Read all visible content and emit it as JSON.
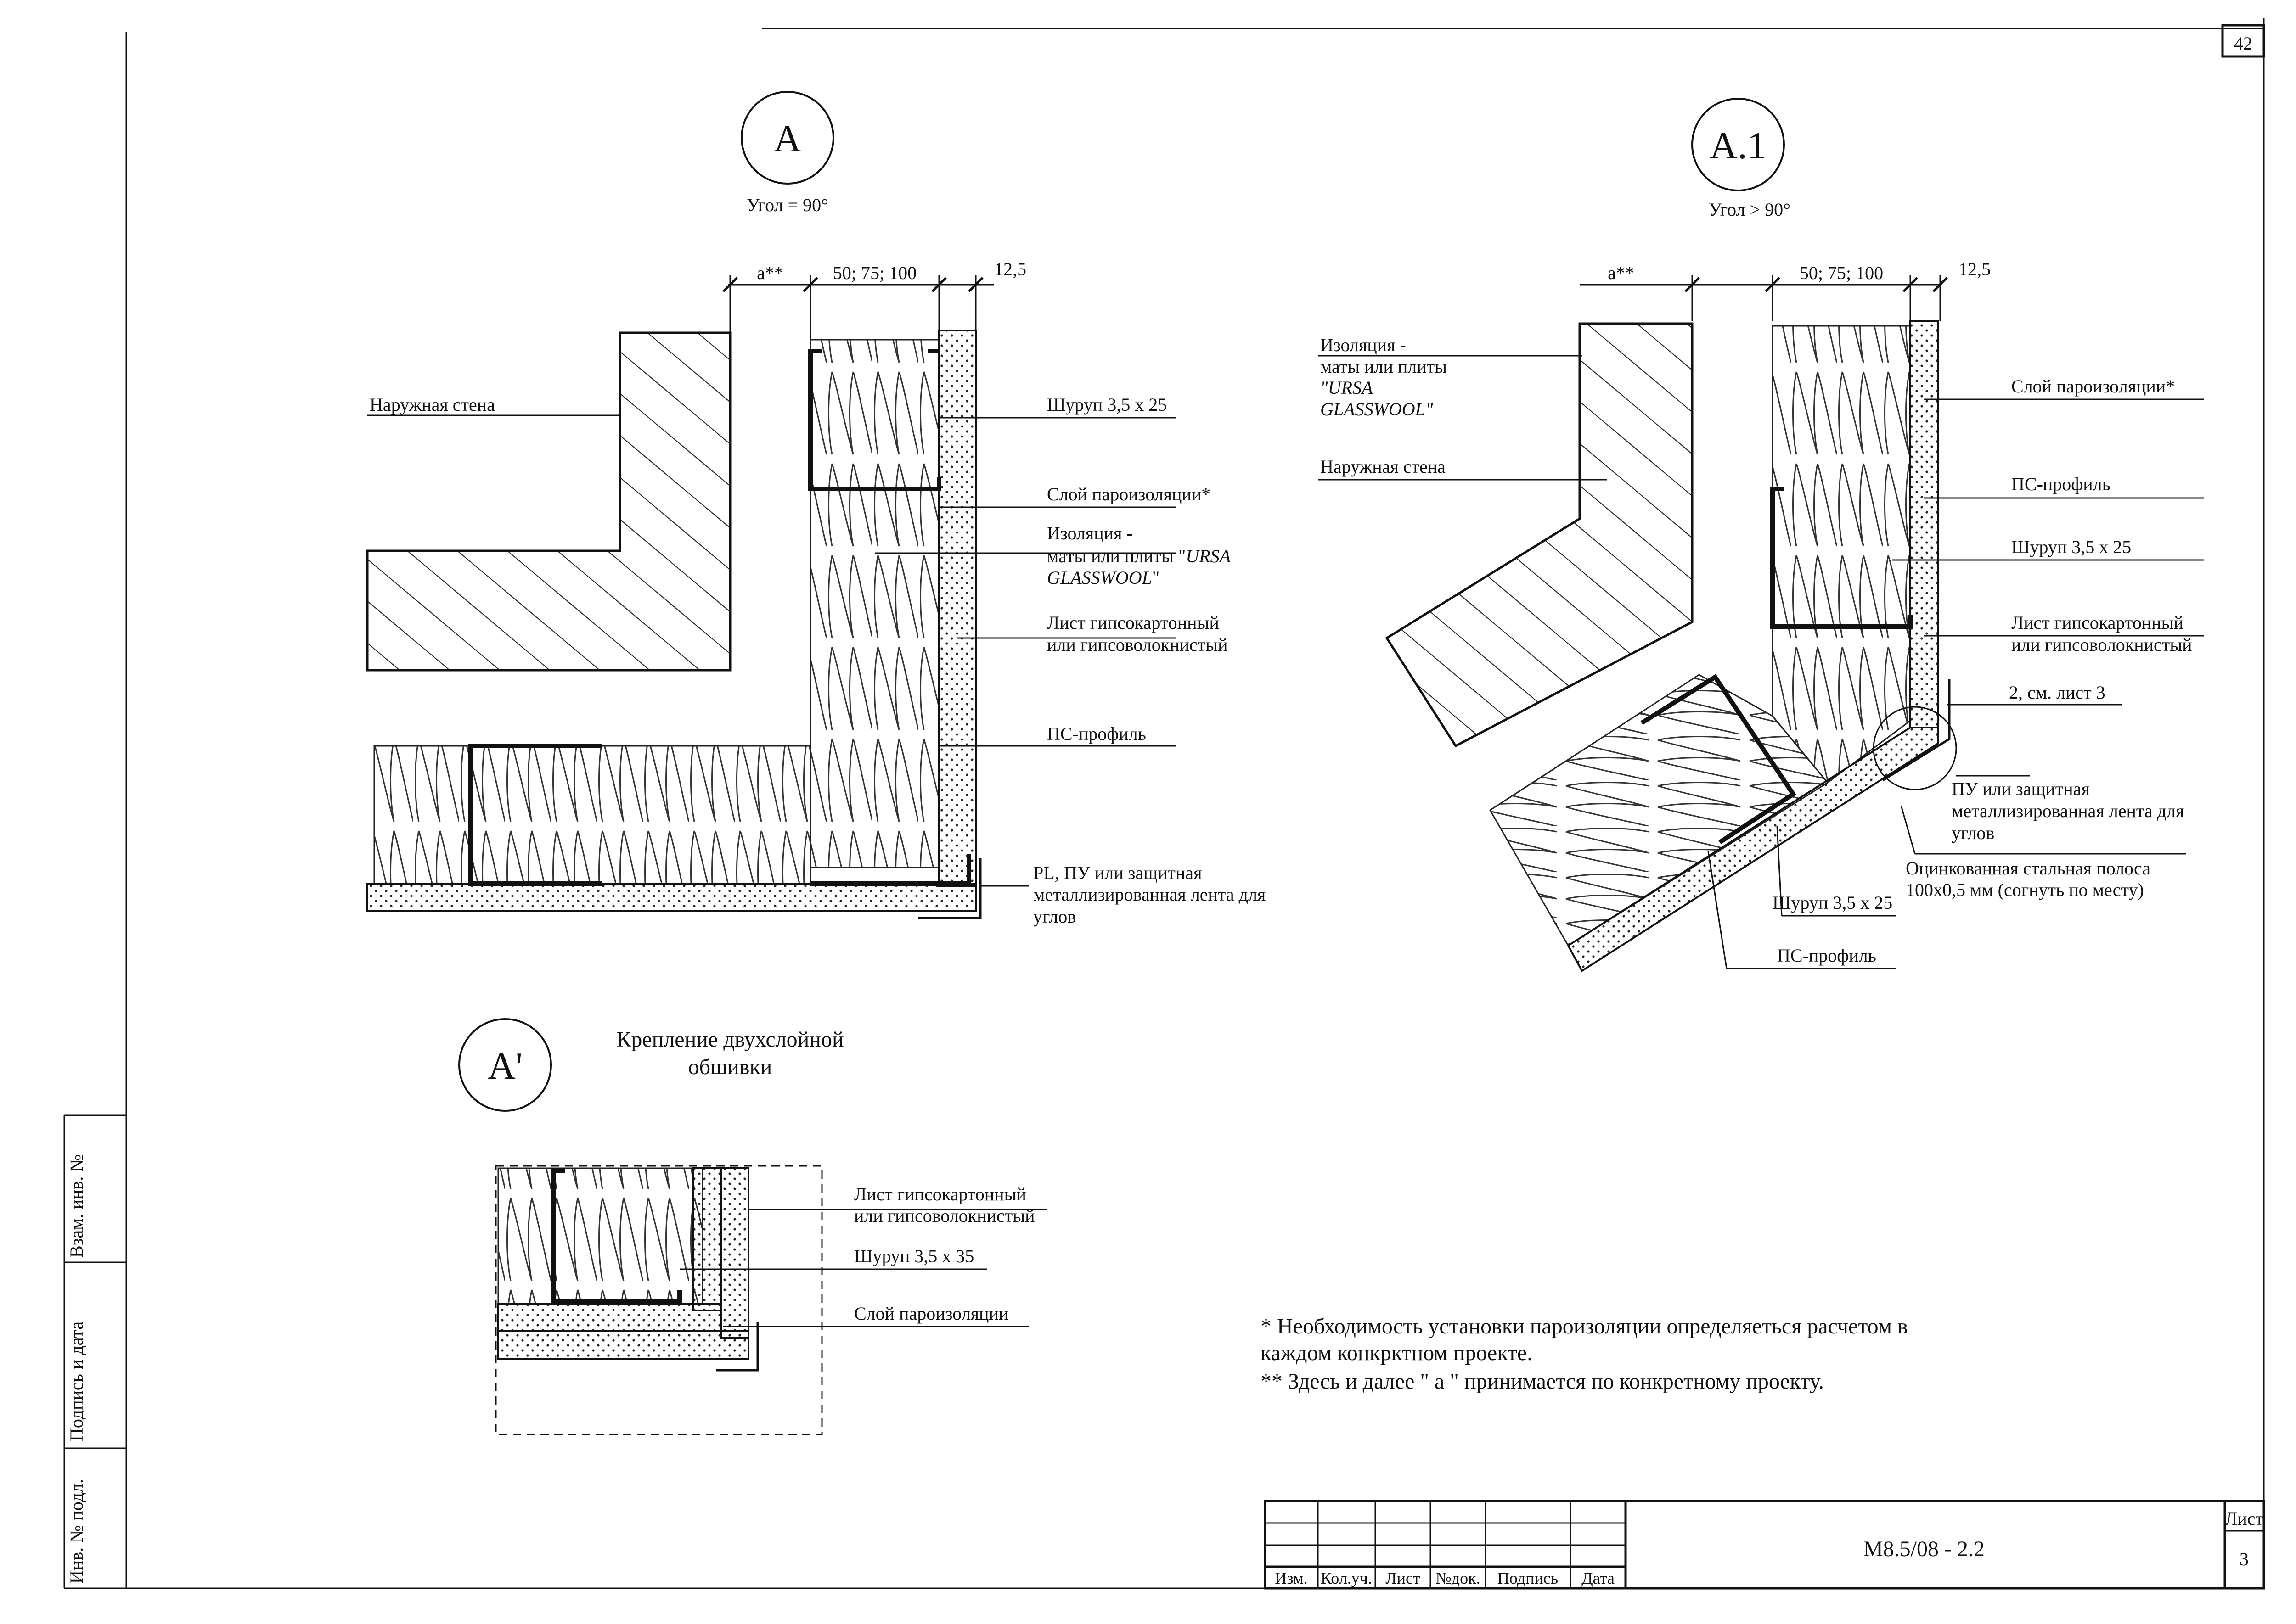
{
  "sheet": {
    "page_number": "42",
    "doc_code": "М8.5/08 - 2.2",
    "sheet_label": "Лист",
    "sheet_no": "3"
  },
  "side_stamp": {
    "vzam": "Взам. инв. №",
    "podpis": "Подпись и дата",
    "inv": "Инв. № подл."
  },
  "title_block": {
    "izm": "Изм.",
    "kol": "Кол.уч.",
    "list": "Лист",
    "ndok": "№док.",
    "podpis": "Подпись",
    "data": "Дата"
  },
  "detail_a": {
    "marker": "А",
    "angle": "Угол = 90°",
    "dim_a": "а**",
    "dim_mid": "50; 75; 100",
    "dim_board": "12,5",
    "outer_wall": "Наружная стена",
    "screw": "Шуруп 3,5 х 25",
    "vapor": "Слой пароизоляции*",
    "insulation_1": "Изоляция -",
    "insulation_2": "маты или плиты \"",
    "insulation_brand1": "URSA",
    "insulation_brand2": "GLASSWOOL",
    "insulation_end": "\"",
    "board_1": "Лист гипсокартонный",
    "board_2": "или гипсоволокнистый",
    "profile": "ПС-профиль",
    "tape_1": "PL, ПУ или защитная",
    "tape_2": "металлизированная лента для",
    "tape_3": "углов"
  },
  "detail_a1": {
    "marker": "А.1",
    "angle": "Угол > 90°",
    "dim_a": "а**",
    "dim_mid": "50; 75; 100",
    "dim_board": "12,5",
    "insulation_1": "Изоляция -",
    "insulation_2": "маты или плиты",
    "insulation_3": "\"URSA",
    "insulation_4": "GLASSWOOL\"",
    "outer_wall": "Наружная стена",
    "vapor": "Слой пароизоляции*",
    "profile_top": "ПС-профиль",
    "screw_top": "Шуруп 3,5 х 25",
    "board_1": "Лист гипсокартонный",
    "board_2": "или гипсоволокнистый",
    "ref": "2, см. лист 3",
    "tape_1": "ПУ или защитная",
    "tape_2": "металлизированная лента для",
    "tape_3": "углов",
    "strip_1": "Оцинкованная стальная полоса",
    "strip_2": "100х0,5 мм (согнуть по месту)",
    "screw_bottom": "Шуруп 3,5 х 25",
    "profile_bottom": "ПС-профиль"
  },
  "detail_a_prime": {
    "marker": "А'",
    "title_1": "Крепление двухслойной",
    "title_2": "обшивки",
    "board_1": "Лист гипсокартонный",
    "board_2": "или гипсоволокнистый",
    "screw": "Шуруп 3,5 х 35",
    "vapor": "Слой пароизоляции"
  },
  "notes": {
    "note_1a": "*  Необходимость установки пароизоляции определяеться расчетом в",
    "note_1b": "каждом конкрктном проекте.",
    "note_2": "** Здесь и далее \" а \" принимается по конкретному проекту."
  },
  "colors": {
    "ink": "#111111",
    "paper": "#ffffff"
  }
}
